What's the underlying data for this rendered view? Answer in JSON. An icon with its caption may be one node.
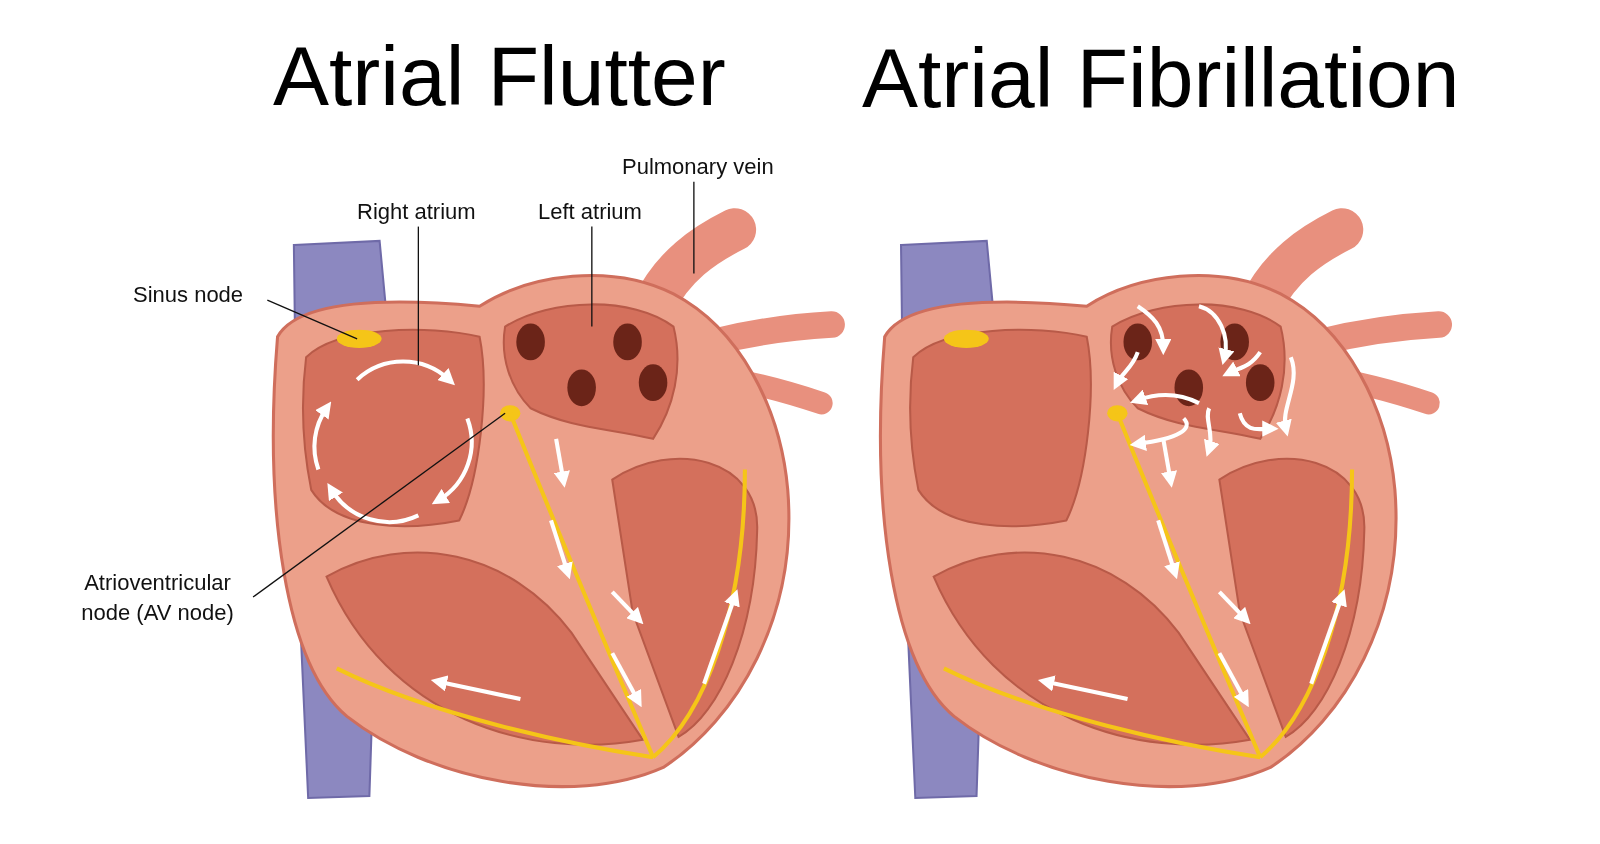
{
  "diagram": {
    "nodes": [
      {
        "text": [
          "Pulmonary vein"
        ]
      },
      {
        "text": [
          "Right atrium"
        ]
      },
      {
        "text": [
          "Left atrium"
        ]
      },
      {
        "text": [
          "Sinus node"
        ]
      },
      {
        "text": [
          "Atrioventricular node (AV node)"
        ]
      }
    ],
    "edges": [
      {
        "from": 0,
        "to": null,
        "arrow": "none"
      },
      {
        "from": 1,
        "to": null,
        "arrow": "none"
      },
      {
        "from": 2,
        "to": null,
        "arrow": "none"
      },
      {
        "from": 3,
        "to": null,
        "arrow": "none"
      },
      {
        "from": 4,
        "to": null,
        "arrow": "none"
      }
    ],
    "labels": [
      "Atrial Flutter",
      "Atrial Fibrillation"
    ]
  }
}
